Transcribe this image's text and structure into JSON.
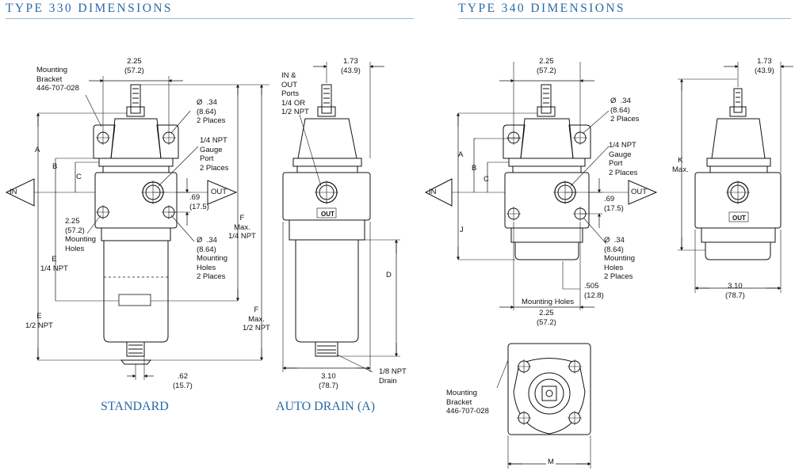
{
  "headers": {
    "type330": "TYPE 330 DIMENSIONS",
    "type340": "TYPE 340 DIMENSIONS"
  },
  "captions": {
    "standard": "STANDARD",
    "auto_drain": "AUTO DRAIN (A)"
  },
  "standard": {
    "mounting_bracket": "Mounting\nBracket\n446-707-028",
    "width_225": "2.25\n(57.2)",
    "dia_34_top": "Ø  .34\n(8.64)\n2 Places",
    "gauge_port": "1/4 NPT\nGauge\nPort\n2 Places",
    "a": "A",
    "b": "B",
    "c": "C",
    "in": "IN",
    "out": "OUT",
    "dim_69": ".69\n(17.5)",
    "holes_225": "2.25\n(57.2)\nMounting\nHoles",
    "dia_34_bottom": "Ø  .34\n(8.64)\nMounting\nHoles\n2 Places",
    "f_14": "F\nMax.\n1/4 NPT",
    "e_14": "E\n1/4 NPT",
    "e_12": "E\n1/2 NPT",
    "f_12": "F\nMax.\n1/2 NPT",
    "dim_62": ".62\n(15.7)"
  },
  "auto_drain": {
    "width_173": "1.73\n(43.9)",
    "ports": "IN &\nOUT\nPorts\n1/4 OR\n1/2 NPT",
    "out_mark": "OUT",
    "d": "D",
    "width_310": "3.10\n(78.7)",
    "drain": "1/8 NPT\nDrain"
  },
  "type340_front": {
    "width_225": "2.25\n(57.2)",
    "dia_34_top": "Ø  .34\n(8.64)\n2 Places",
    "gauge_port": "1/4 NPT\nGauge\nPort\n2 Places",
    "a": "A",
    "b": "B",
    "c": "C",
    "j": "J",
    "in": "IN",
    "out": "OUT",
    "dim_69": ".69\n(17.5)",
    "dia_34_bottom": "Ø  .34\n(8.64)\nMounting\nHoles\n2 Places",
    "dim_505": ".505\n(12.8)",
    "mounting_holes": "Mounting Holes",
    "holes_225": "2.25\n(57.2)"
  },
  "type340_side": {
    "width_173": "1.73\n(43.9)",
    "k": "K\nMax.",
    "out_mark": "OUT",
    "width_310": "3.10\n(78.7)"
  },
  "type340_bottom": {
    "mounting_bracket": "Mounting\nBracket\n446-707-028",
    "m": "M"
  }
}
